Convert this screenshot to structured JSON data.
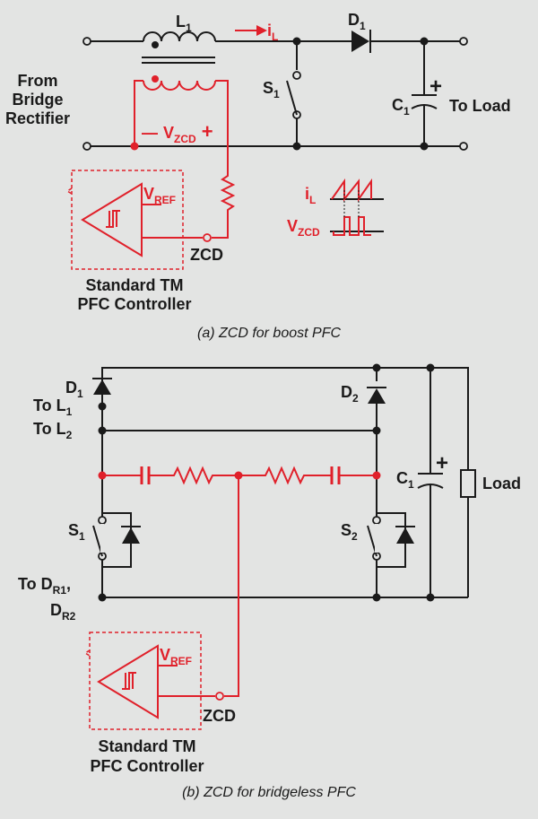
{
  "colors": {
    "black": "#1a1a1a",
    "red": "#e0202a",
    "background": "#e3e4e3"
  },
  "a": {
    "caption": "(a) ZCD for boost PFC",
    "inductor": {
      "base": "L",
      "sub": "1"
    },
    "current": {
      "base": "i",
      "sub": "L"
    },
    "diode": {
      "base": "D",
      "sub": "1"
    },
    "switch": {
      "base": "S",
      "sub": "1"
    },
    "cap": {
      "base": "C",
      "sub": "1"
    },
    "load": "To Load",
    "plus": "+",
    "source": [
      "From",
      "Bridge",
      "Rectifier"
    ],
    "vzcd": {
      "minus": "—",
      "base": "V",
      "sub": "ZCD",
      "plus": "+"
    },
    "vref": {
      "base": "V",
      "sub": "REF"
    },
    "zcd": "ZCD",
    "controller": [
      "Standard TM",
      "PFC Controller"
    ],
    "wave_il": {
      "base": "i",
      "sub": "L"
    },
    "wave_vzcd": {
      "base": "V",
      "sub": "ZCD"
    }
  },
  "b": {
    "caption": "(b) ZCD for bridgeless PFC",
    "d1": {
      "base": "D",
      "sub": "1"
    },
    "d2": {
      "base": "D",
      "sub": "2"
    },
    "to_l1": {
      "base": "To L",
      "sub": "1"
    },
    "to_l2": {
      "base": "To L",
      "sub": "2"
    },
    "cap": {
      "base": "C",
      "sub": "1"
    },
    "plus": "+",
    "load": "Load",
    "s1": {
      "base": "S",
      "sub": "1"
    },
    "s2": {
      "base": "S",
      "sub": "2"
    },
    "to_dr1": {
      "base": "To D",
      "sub": "R1",
      "tail": ","
    },
    "dr2": {
      "base": "D",
      "sub": "R2"
    },
    "vref": {
      "base": "V",
      "sub": "REF"
    },
    "zcd": "ZCD",
    "controller": [
      "Standard TM",
      "PFC Controller"
    ]
  }
}
